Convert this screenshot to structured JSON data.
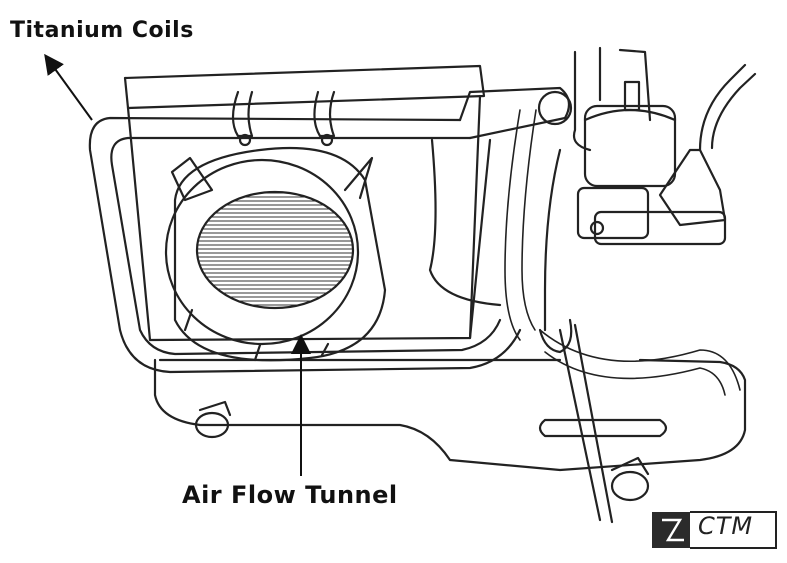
{
  "labels": {
    "titanium_coils": "Titanium Coils",
    "air_flow_tunnel": "Air Flow Tunnel"
  },
  "logo": {
    "text": "CTM",
    "icon": "ctm-logo-icon",
    "badge_color": "#2b2b2b"
  },
  "colors": {
    "line": "#222222",
    "background": "#ffffff"
  }
}
